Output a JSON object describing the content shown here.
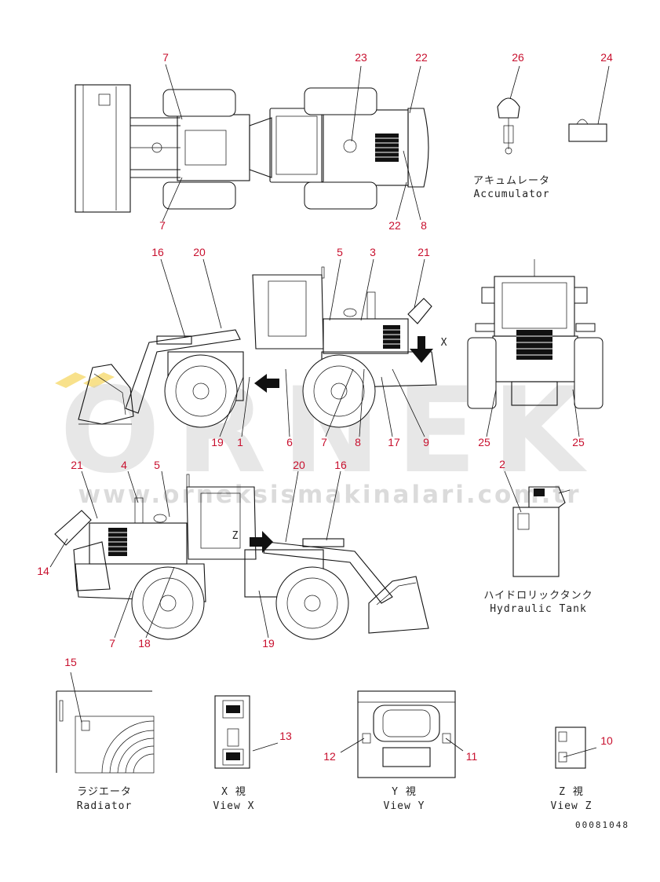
{
  "diagram": {
    "doc_number": "00081048",
    "watermark": {
      "brand": "ORNEK",
      "url": "www.orneksismakinalari.com.tr"
    },
    "callouts": {
      "top_view": [
        "7",
        "23",
        "22",
        "7",
        "22",
        "8"
      ],
      "accumulator_label": "26",
      "plate_label": "24",
      "left_side_top": [
        "16",
        "20",
        "5",
        "3",
        "21"
      ],
      "left_side_bottom": [
        "19",
        "1",
        "6",
        "7",
        "8",
        "17",
        "9"
      ],
      "rear_view": [
        "25",
        "25"
      ],
      "right_side_top": [
        "21",
        "4",
        "5",
        "20",
        "16"
      ],
      "right_side_left": "14",
      "right_side_bottom": [
        "7",
        "18",
        "19"
      ],
      "hydraulic_label": "2",
      "radiator_label": "15",
      "view_x_label": "13",
      "view_y_labels": [
        "12",
        "11"
      ],
      "view_z_label": "10"
    },
    "captions": {
      "accumulator_jp": "アキュムレータ",
      "accumulator_en": "Accumulator",
      "hydraulic_jp": "ハイドロリックタンク",
      "hydraulic_en": "Hydraulic Tank",
      "radiator_jp": "ラジエータ",
      "radiator_en": "Radiator",
      "view_x_jp": "X 視",
      "view_x_en": "View X",
      "view_y_jp": "Y 視",
      "view_y_en": "View Y",
      "view_z_jp": "Z 視",
      "view_z_en": "View Z"
    },
    "view_marks": [
      "X",
      "Z"
    ]
  }
}
